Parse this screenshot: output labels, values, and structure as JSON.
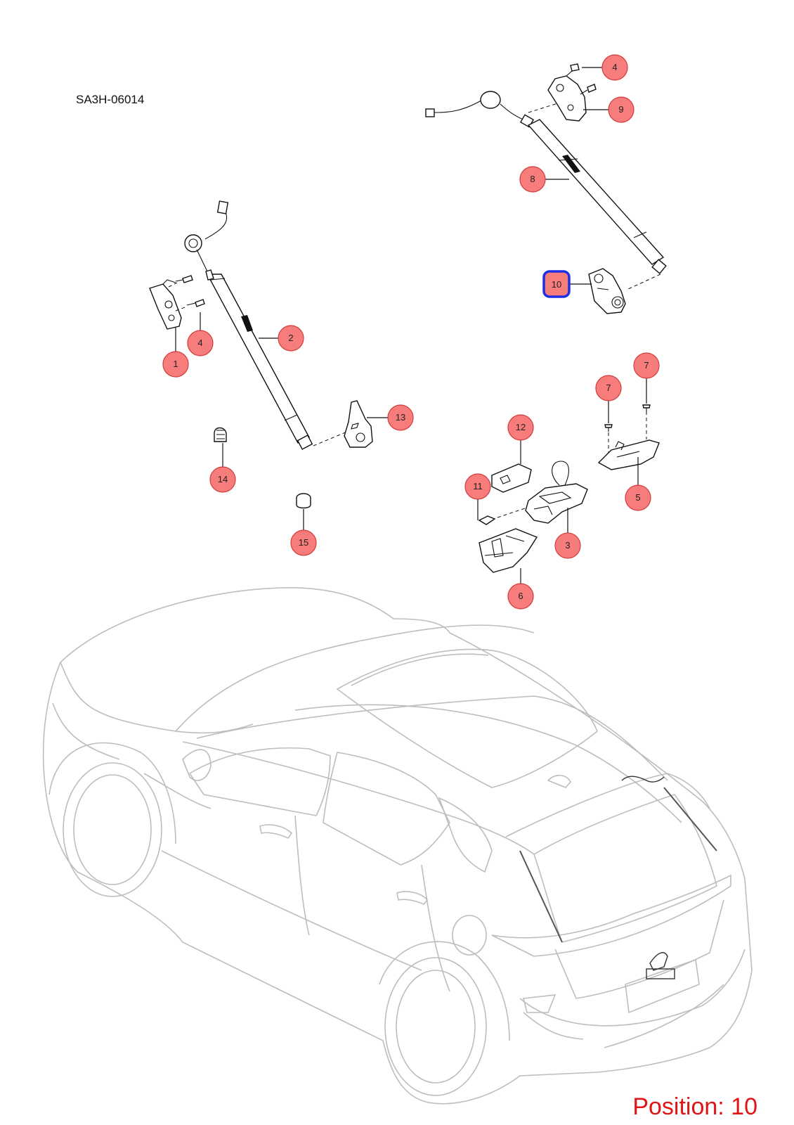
{
  "diagram_code": "SA3H-06014",
  "position_label": "Position: 10",
  "selected_callout": "10",
  "colors": {
    "callout_fill": "#f77c7c",
    "callout_stroke": "#d33b3b",
    "selection_outline": "#1d2fe0",
    "position_text": "#e01616",
    "car_outline": "#bdbdbd"
  },
  "callouts": [
    {
      "id": "c4-top",
      "number": "4"
    },
    {
      "id": "c9",
      "number": "9"
    },
    {
      "id": "c8",
      "number": "8"
    },
    {
      "id": "c10",
      "number": "10"
    },
    {
      "id": "c2",
      "number": "2"
    },
    {
      "id": "c4-left",
      "number": "4"
    },
    {
      "id": "c1",
      "number": "1"
    },
    {
      "id": "c13",
      "number": "13"
    },
    {
      "id": "c14",
      "number": "14"
    },
    {
      "id": "c15",
      "number": "15"
    },
    {
      "id": "c7-right",
      "number": "7"
    },
    {
      "id": "c7-left",
      "number": "7"
    },
    {
      "id": "c5",
      "number": "5"
    },
    {
      "id": "c12",
      "number": "12"
    },
    {
      "id": "c11",
      "number": "11"
    },
    {
      "id": "c3",
      "number": "3"
    },
    {
      "id": "c6",
      "number": "6"
    }
  ]
}
